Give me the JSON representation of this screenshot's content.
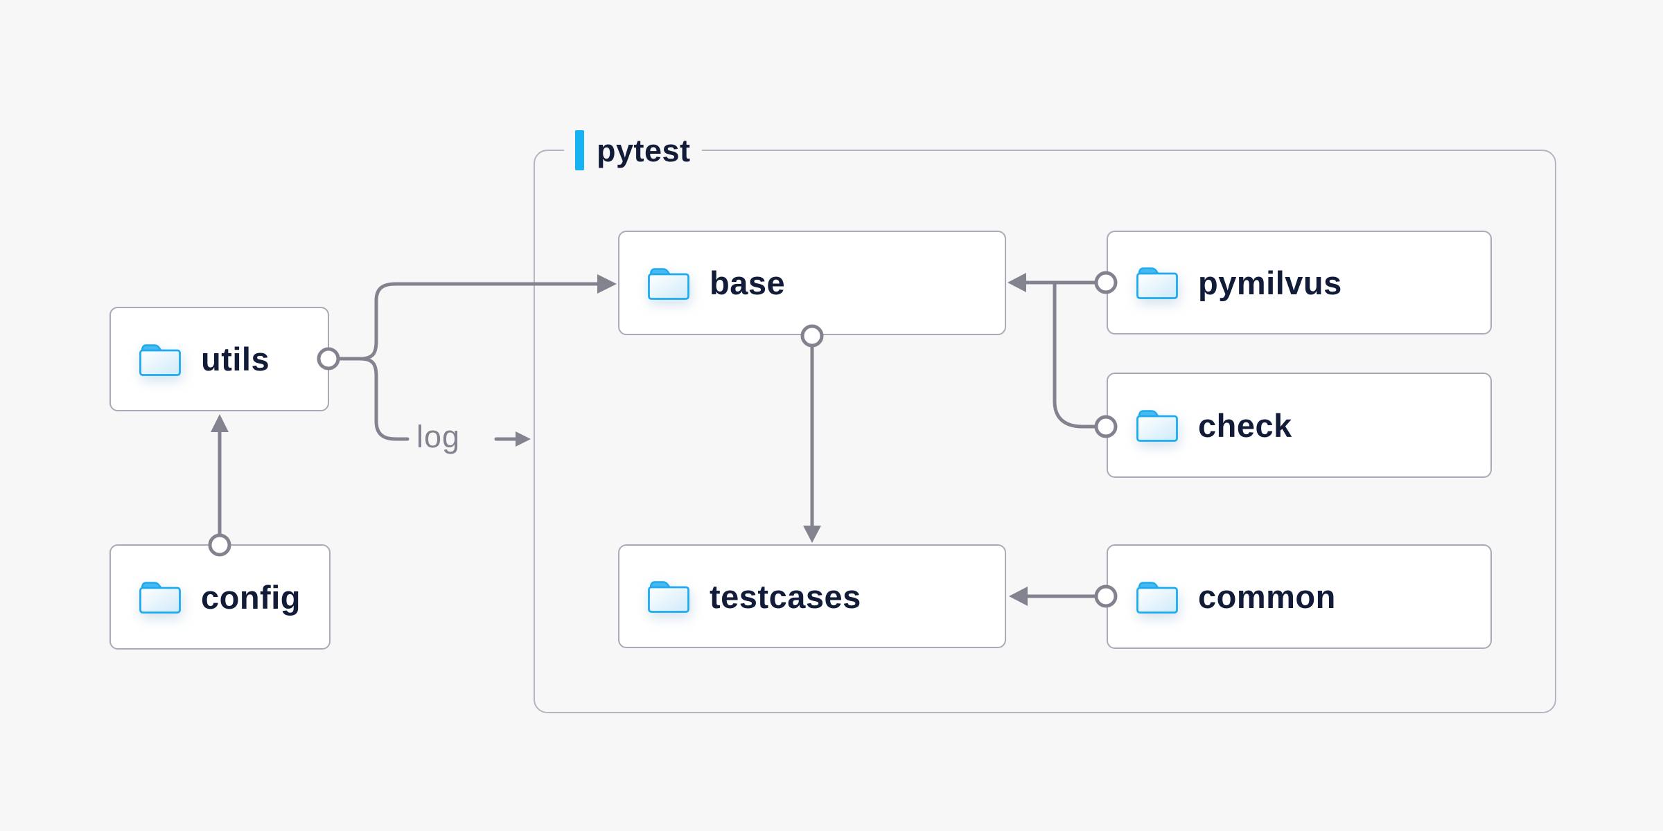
{
  "diagram": {
    "container": {
      "label": "pytest"
    },
    "nodes": {
      "utils": {
        "label": "utils"
      },
      "config": {
        "label": "config"
      },
      "base": {
        "label": "base"
      },
      "testcases": {
        "label": "testcases"
      },
      "pymilvus": {
        "label": "pymilvus"
      },
      "check": {
        "label": "check"
      },
      "common": {
        "label": "common"
      }
    },
    "edge_labels": {
      "log": "log"
    },
    "edges": [
      "utils -> base",
      "utils -> log -> pytest",
      "config -> utils",
      "base -> testcases",
      "pymilvus -> base",
      "check -> base",
      "common -> testcases"
    ],
    "colors": {
      "background": "#f7f7f8",
      "node_background": "#ffffff",
      "node_border": "#a9aab6",
      "container_border": "#b4b5c0",
      "connector": "#83838f",
      "text": "#121c38",
      "accent_blue": "#16b3f3",
      "folder_stroke": "#1daaef",
      "folder_tab_fill": "#47b8f0",
      "folder_body_fill": "#d3ecfb"
    }
  }
}
